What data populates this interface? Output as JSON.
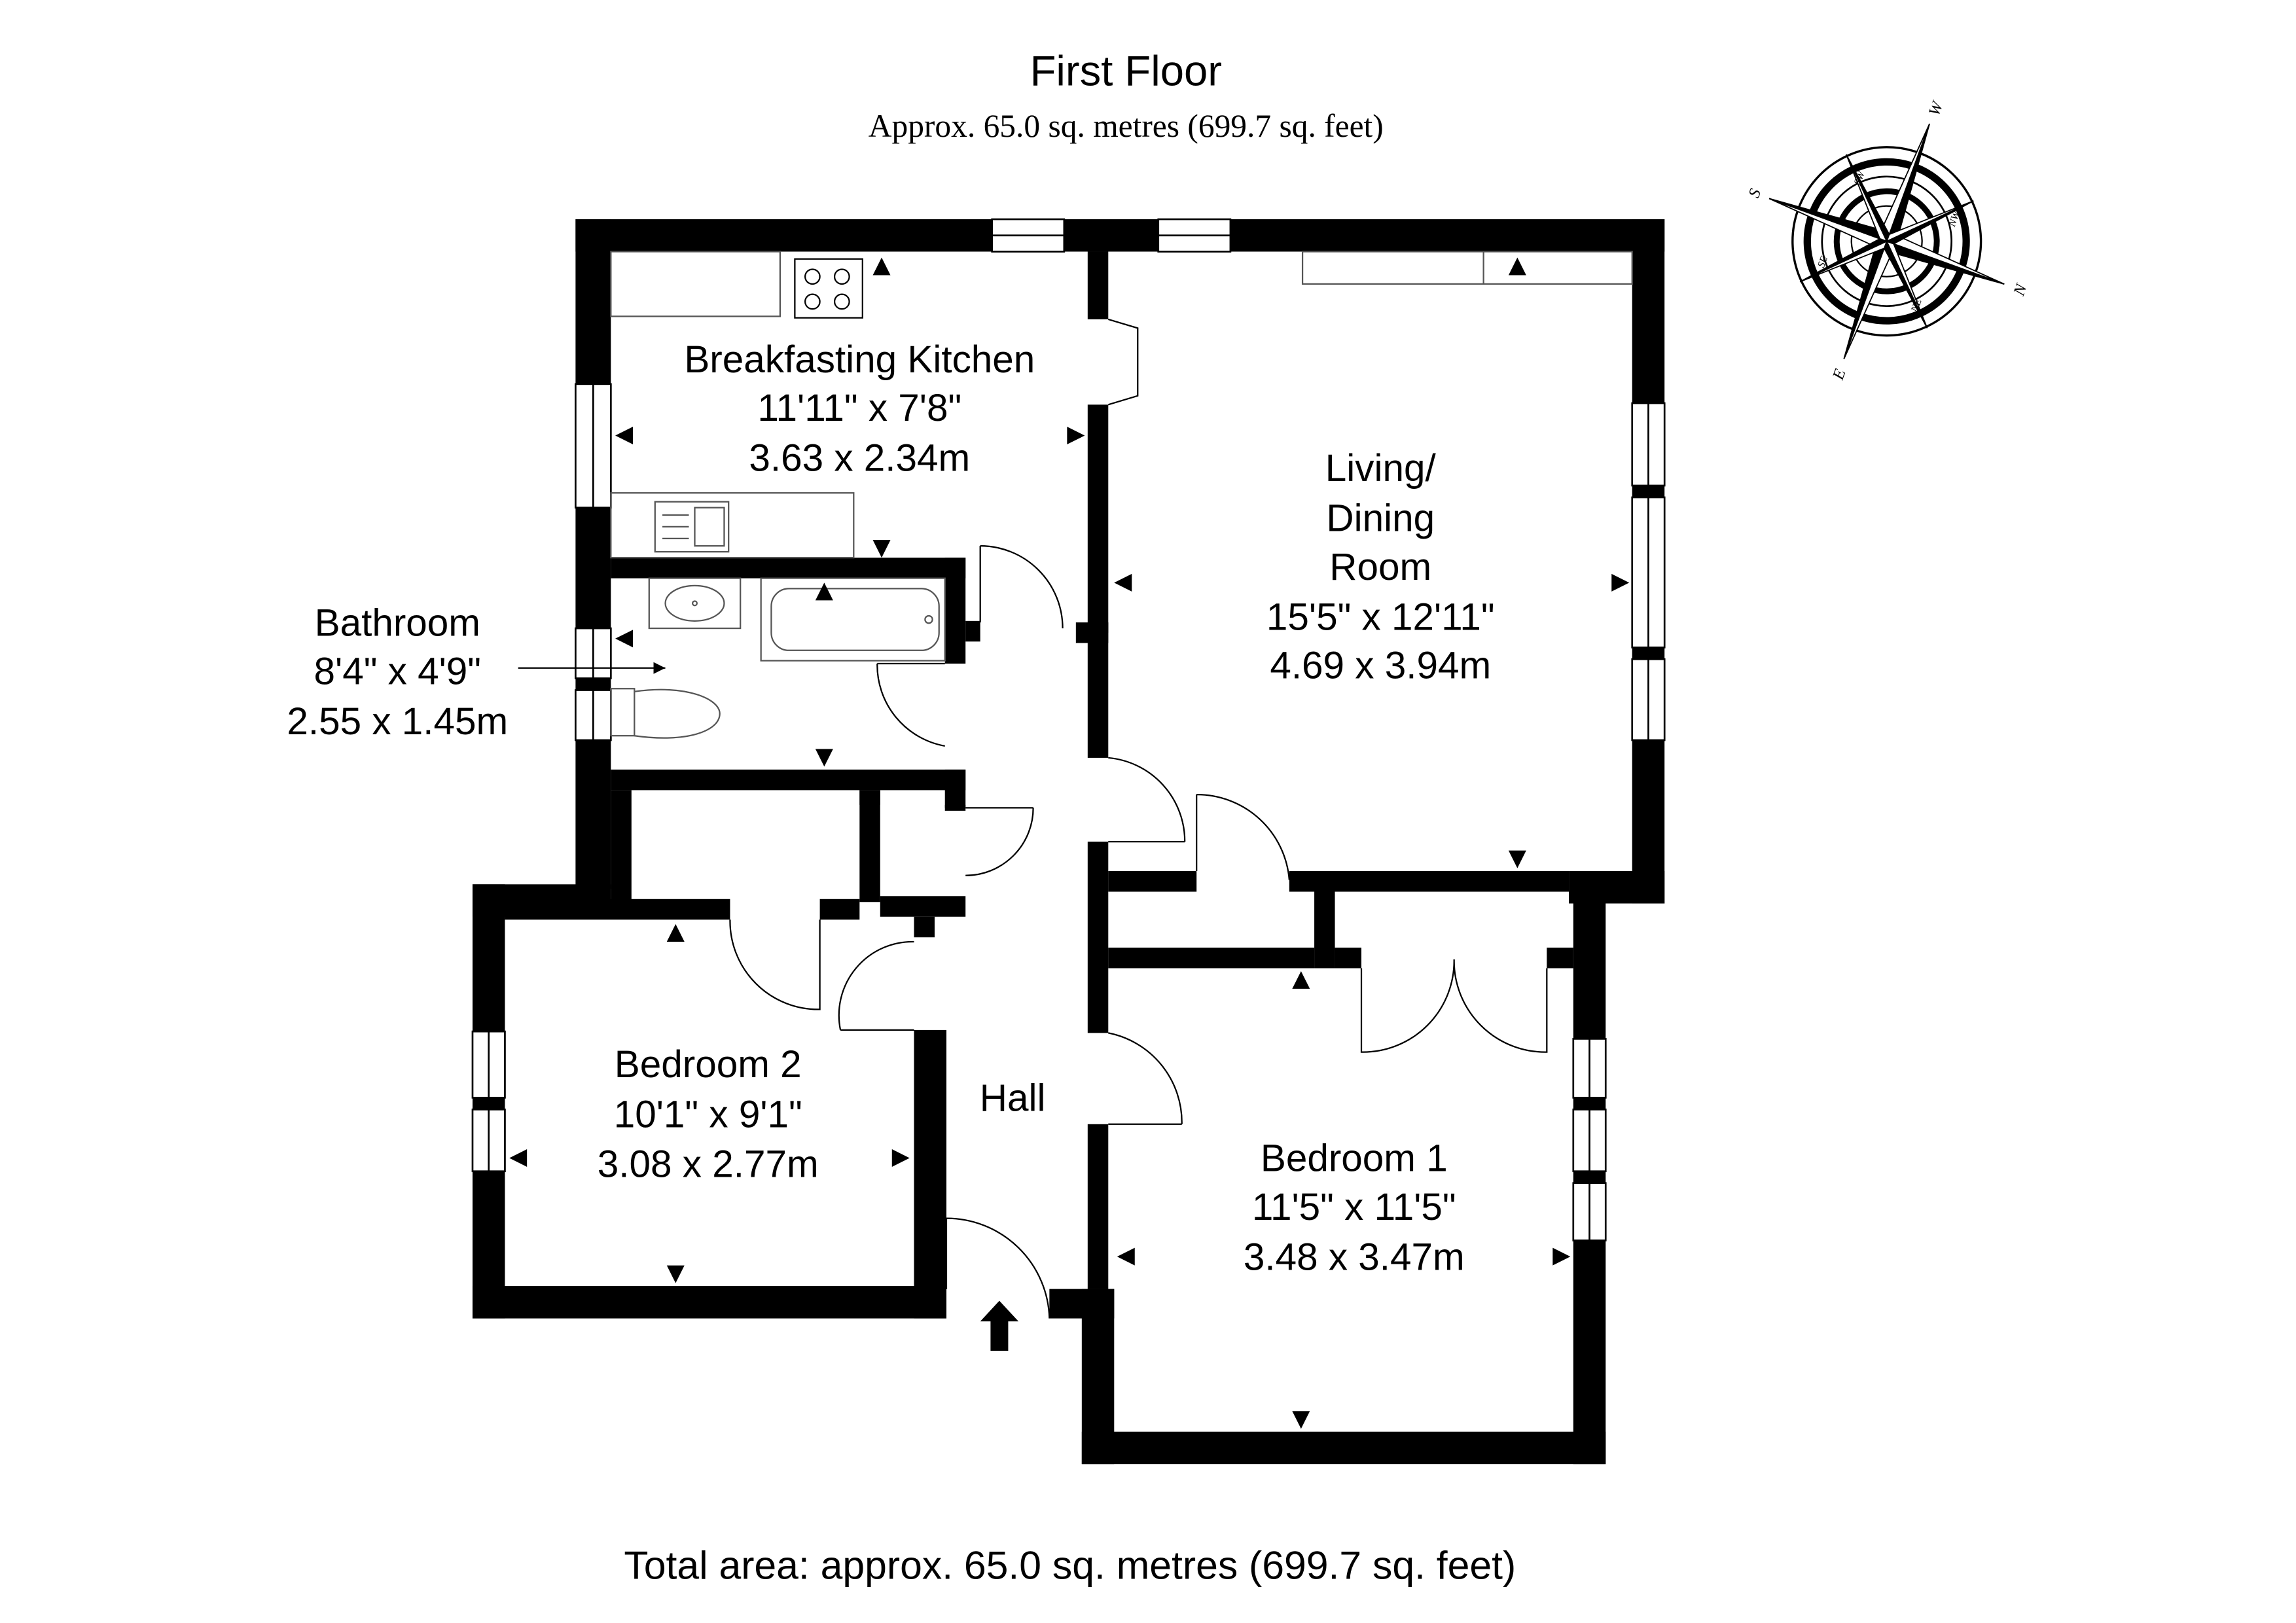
{
  "header": {
    "title": "First Floor",
    "subtitle": "Approx. 65.0 sq. metres (699.7 sq. feet)"
  },
  "rooms": {
    "kitchen": {
      "name": "Breakfasting Kitchen",
      "imperial": "11'11\" x 7'8\"",
      "metric": "3.63 x 2.34m"
    },
    "living": {
      "line1": "Living/",
      "line2": "Dining",
      "line3": "Room",
      "imperial": "15'5\" x 12'11\"",
      "metric": "4.69 x 3.94m"
    },
    "bathroom": {
      "name": "Bathroom",
      "imperial": "8'4\" x 4'9\"",
      "metric": "2.55 x 1.45m"
    },
    "bedroom2": {
      "name": "Bedroom 2",
      "imperial": "10'1\" x 9'1\"",
      "metric": "3.08 x 2.77m"
    },
    "bedroom1": {
      "name": "Bedroom 1",
      "imperial": "11'5\" x 11'5\"",
      "metric": "3.48 x 3.47m"
    },
    "hall": {
      "name": "Hall"
    }
  },
  "compass": {
    "labels": {
      "s": "S",
      "se": "SE",
      "e": "E",
      "ne": "NE",
      "n": "N",
      "nw": "NW",
      "w": "W",
      "sw": "SW"
    }
  },
  "footer": {
    "total": "Total area: approx. 65.0 sq. metres (699.7 sq. feet)"
  },
  "colors": {
    "wall": "#000000",
    "background": "#ffffff",
    "fixture": "#555555"
  }
}
